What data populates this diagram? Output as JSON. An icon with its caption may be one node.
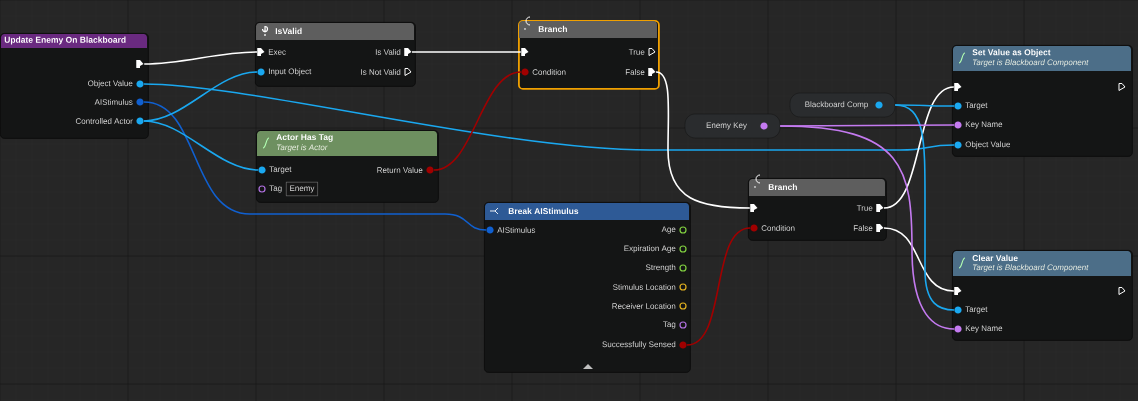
{
  "diagram": {
    "nodes": [
      {
        "text": [
          "Update Enemy On Blackboard"
        ]
      },
      {
        "text": [],
        "shape": "triangle",
        "in": 0
      },
      {
        "text": [
          "Object Value"
        ],
        "in": 0
      },
      {
        "text": [
          "AIStimulus"
        ],
        "in": 0
      },
      {
        "text": [
          "Controlled Actor"
        ],
        "in": 0
      },
      {
        "text": [
          "IsValid"
        ]
      },
      {
        "text": [
          "Exec"
        ],
        "in": 5
      },
      {
        "text": [
          "Input Object"
        ],
        "in": 5
      },
      {
        "text": [
          "Is Valid"
        ],
        "in": 5
      },
      {
        "text": [
          "Is Not Valid"
        ],
        "in": 5
      },
      {
        "text": [
          "Branch"
        ]
      },
      {
        "text": [],
        "shape": "triangle",
        "in": 10
      },
      {
        "text": [
          "Condition"
        ],
        "in": 10
      },
      {
        "text": [
          "True"
        ],
        "in": 10
      },
      {
        "text": [
          "False"
        ],
        "in": 10
      },
      {
        "text": [
          "Actor Has Tag",
          "Target is Actor"
        ]
      },
      {
        "text": [
          "Target"
        ],
        "in": 15
      },
      {
        "text": [
          "Tag",
          "Enemy"
        ],
        "in": 15
      },
      {
        "text": [
          "Return Value"
        ],
        "in": 15
      },
      {
        "text": [
          "Break AIStimulus"
        ]
      },
      {
        "text": [
          "AIStimulus"
        ],
        "in": 19
      },
      {
        "text": [
          "Age"
        ],
        "in": 19
      },
      {
        "text": [
          "Expiration Age"
        ],
        "in": 19
      },
      {
        "text": [
          "Strength"
        ],
        "in": 19
      },
      {
        "text": [
          "Stimulus Location"
        ],
        "in": 19
      },
      {
        "text": [
          "Receiver Location"
        ],
        "in": 19
      },
      {
        "text": [
          "Tag"
        ],
        "in": 19
      },
      {
        "text": [
          "Successfully Sensed"
        ],
        "in": 19
      },
      {
        "text": [
          "Enemy Key"
        ]
      },
      {
        "text": [
          "Blackboard Comp"
        ]
      },
      {
        "text": [
          "Branch"
        ]
      },
      {
        "text": [],
        "shape": "triangle",
        "in": 30
      },
      {
        "text": [
          "Condition"
        ],
        "in": 30
      },
      {
        "text": [
          "True"
        ],
        "in": 30
      },
      {
        "text": [
          "False"
        ],
        "in": 30
      },
      {
        "text": [
          "Set Value as Object",
          "Target is Blackboard Component"
        ]
      },
      {
        "text": [],
        "shape": "triangle",
        "in": 35
      },
      {
        "text": [],
        "shape": "triangle",
        "in": 35
      },
      {
        "text": [
          "Target"
        ],
        "in": 35
      },
      {
        "text": [
          "Key Name"
        ],
        "in": 35
      },
      {
        "text": [
          "Object Value"
        ],
        "in": 35
      },
      {
        "text": [
          "Clear Value",
          "Target is Blackboard Component"
        ]
      },
      {
        "text": [],
        "shape": "triangle",
        "in": 41
      },
      {
        "text": [],
        "shape": "triangle",
        "in": 41
      },
      {
        "text": [
          "Target"
        ],
        "in": 41
      },
      {
        "text": [
          "Key Name"
        ],
        "in": 41
      }
    ],
    "edges": [
      {
        "from": 1,
        "to": 6,
        "arrow": "none",
        "color": "#ffffff"
      },
      {
        "from": 2,
        "to": 40,
        "arrow": "none",
        "color": "#1aa8f0"
      },
      {
        "from": 3,
        "to": 20,
        "arrow": "none",
        "color": "#1060d0"
      },
      {
        "from": 4,
        "to": 7,
        "arrow": "none",
        "color": "#1aa8f0"
      },
      {
        "from": 4,
        "to": 16,
        "arrow": "none",
        "color": "#1aa8f0"
      },
      {
        "from": 8,
        "to": 11,
        "arrow": "none",
        "color": "#ffffff"
      },
      {
        "from": 18,
        "to": 12,
        "arrow": "none",
        "color": "#a00000"
      },
      {
        "from": 14,
        "to": 31,
        "arrow": "none",
        "color": "#ffffff"
      },
      {
        "from": 27,
        "to": 32,
        "arrow": "none",
        "color": "#a00000"
      },
      {
        "from": 33,
        "to": 36,
        "arrow": "none",
        "color": "#ffffff"
      },
      {
        "from": 34,
        "to": 42,
        "arrow": "none",
        "color": "#ffffff"
      },
      {
        "from": 29,
        "to": 38,
        "arrow": "none",
        "color": "#1aa8f0"
      },
      {
        "from": 29,
        "to": 44,
        "arrow": "none",
        "color": "#1aa8f0"
      },
      {
        "from": 28,
        "to": 39,
        "arrow": "none",
        "color": "#c47af0"
      },
      {
        "from": 28,
        "to": 45,
        "arrow": "none",
        "color": "#c47af0"
      }
    ]
  }
}
